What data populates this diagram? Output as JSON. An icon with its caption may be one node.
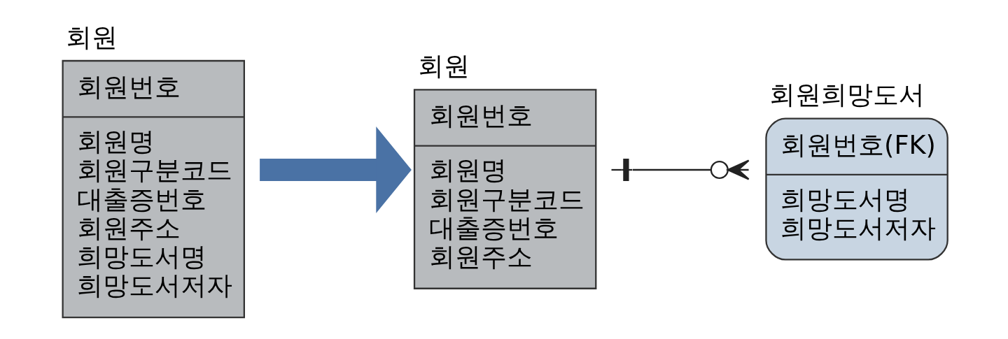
{
  "diagram": {
    "nodes": [
      {
        "text": [
          "회원",
          "회원번호",
          "회원명",
          "회원구분코드",
          "대출증번호",
          "회원주소",
          "희망도서명",
          "희망도서저자"
        ]
      },
      {
        "text": [
          "회원",
          "회원번호",
          "회원명",
          "회원구분코드",
          "대출증번호",
          "회원주소"
        ]
      },
      {
        "text": [
          "회원희망도서",
          "회원번호(FK)",
          "희망도서명",
          "희망도서저자"
        ]
      }
    ],
    "edges": [
      {
        "from": 0,
        "to": 1,
        "arrow": "to",
        "style": "thick",
        "color": "#4a72a5"
      },
      {
        "from": 1,
        "to": 2,
        "arrow": "other",
        "color": "#222222"
      }
    ]
  }
}
